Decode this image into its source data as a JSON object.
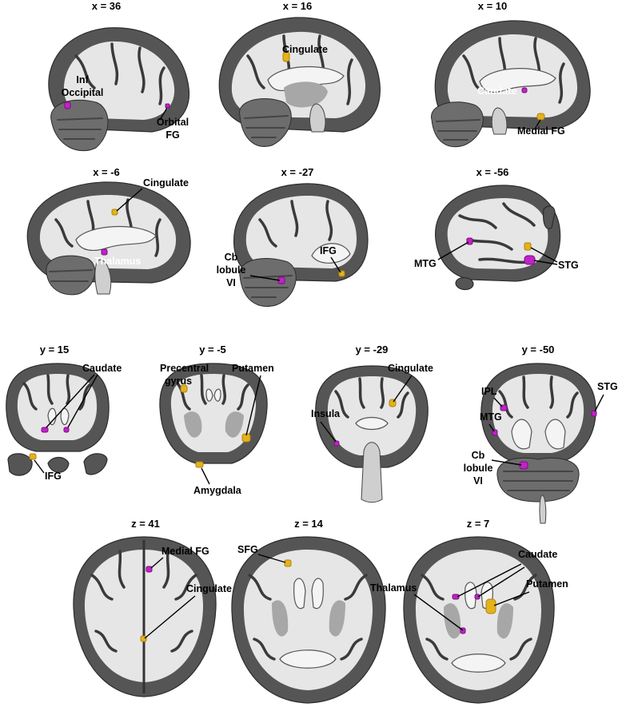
{
  "panels": {
    "x36": {
      "title": "x = 36",
      "labels": {
        "inf": "Inf",
        "occipital": "Occipital",
        "orbital": "Orbital",
        "fg": "FG"
      }
    },
    "x16": {
      "title": "x = 16",
      "labels": {
        "cingulate": "Cingulate"
      }
    },
    "x10": {
      "title": "x = 10",
      "labels": {
        "caudate": "Caudate",
        "medial_fg": "Medial FG"
      }
    },
    "xm6": {
      "title": "x = -6",
      "labels": {
        "cingulate": "Cingulate",
        "thalamus": "Thalamus"
      }
    },
    "xm27": {
      "title": "x = -27",
      "labels": {
        "cb": "Cb",
        "lobule": "lobule",
        "vi": "VI",
        "ifg": "IFG"
      }
    },
    "xm56": {
      "title": "x = -56",
      "labels": {
        "mtg": "MTG",
        "stg": "STG"
      }
    },
    "y15": {
      "title": "y = 15",
      "labels": {
        "caudate": "Caudate",
        "ifg": "IFG"
      }
    },
    "ym5": {
      "title": "y = -5",
      "labels": {
        "precentral": "Precentral",
        "gyrus": "gyrus",
        "putamen": "Putamen",
        "amygdala": "Amygdala"
      }
    },
    "ym29": {
      "title": "y = -29",
      "labels": {
        "insula": "Insula",
        "cingulate": "Cingulate"
      }
    },
    "ym50": {
      "title": "y = -50",
      "labels": {
        "ipl": "IPL",
        "mtg": "MTG",
        "stg": "STG",
        "cb": "Cb",
        "lobule": "lobule",
        "vi": "VI"
      }
    },
    "z41": {
      "title": "z = 41",
      "labels": {
        "medial_fg": "Medial FG",
        "cingulate": "Cingulate"
      }
    },
    "z14": {
      "title": "z = 14",
      "labels": {
        "sfg": "SFG"
      }
    },
    "z7": {
      "title": "z = 7",
      "labels": {
        "thalamus": "Thalamus",
        "caudate": "Caudate",
        "putamen": "Putamen"
      }
    }
  },
  "colors": {
    "purple_cluster": "#c023c7",
    "yellow_cluster": "#e3b21d",
    "background": "#ffffff"
  }
}
